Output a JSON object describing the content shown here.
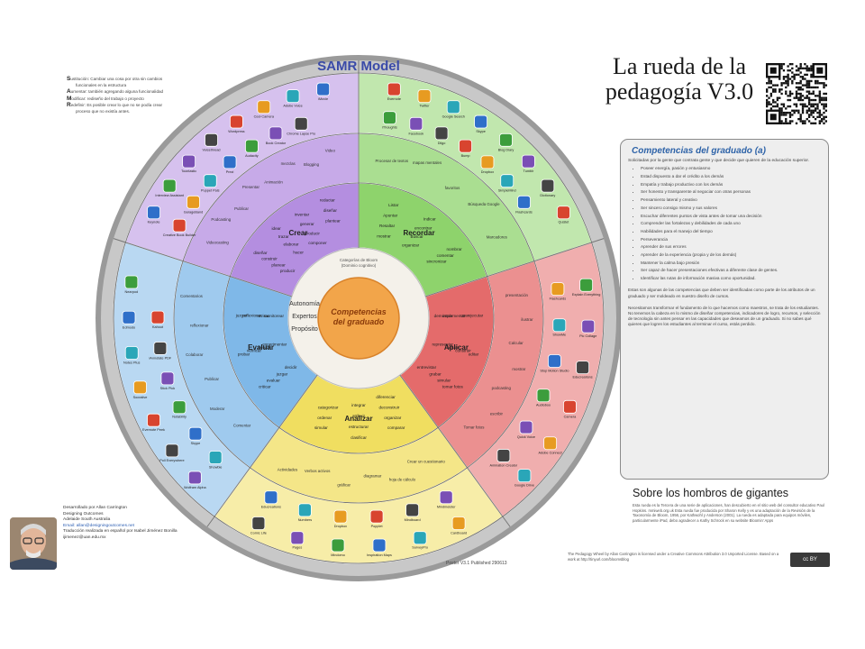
{
  "poster": {
    "title_line1": "La rueda de la",
    "title_line2": "pedagogía V3.0",
    "footer_version": "Poster V3.1 Published 290613"
  },
  "samr_legend": [
    {
      "initial": "S",
      "text": "ustitución: Cambiar una cosa por otra sin cambios"
    },
    {
      "initial": "",
      "text": "funcionales en la estructura"
    },
    {
      "initial": "A",
      "text": "umentar: también agregando alguna funcionalidad"
    },
    {
      "initial": "M",
      "text": "odificar: rediseño del trabajo o proyecto"
    },
    {
      "initial": "R",
      "text": "edefinir: Es posible crear lo que no se podía crear"
    },
    {
      "initial": "",
      "text": "proceso que no existía antes."
    }
  ],
  "wheel": {
    "samr_label": "SAMR Model",
    "center_text": [
      "Competencias",
      "del graduado"
    ],
    "bloom_caption": [
      "Categorías de Bloom",
      "(Dominio cognitivo)"
    ],
    "attributes": [
      "Autonomía",
      "Expertos",
      "Propósito"
    ],
    "colors": {
      "crear": "#b48ee0",
      "recordar": "#8ed36c",
      "aplicar": "#e46b6b",
      "analizar": "#f0de60",
      "evaluar": "#7fb8e8"
    },
    "segments": [
      {
        "name": "Crear",
        "verbs": [
          "diseñar",
          "construir",
          "planear",
          "producir",
          "idear",
          "trazar",
          "elaborar",
          "hacer",
          "inventar",
          "generar",
          "producir",
          "componer",
          "redactar",
          "diseñar",
          "plantear"
        ],
        "activities": [
          "Videocasting",
          "Podcasting",
          "Publicar",
          "Presentar",
          "Animación",
          "mezclas",
          "Blogging",
          "Video"
        ],
        "apps": [
          "Keynote",
          "Creative Book Builder",
          "Interview Assistant",
          "GarageBand",
          "Toontastic",
          "Puppet Pals",
          "Voicethread",
          "Prezi",
          "Wordpress",
          "Audacity",
          "Cool Camera",
          "Book Creator",
          "Adobe Voice",
          "Chrome Lapse Pro",
          "iMovie"
        ]
      },
      {
        "name": "Recordar",
        "verbs": [
          "Listar",
          "Apuntar",
          "Resaltar",
          "mostrar",
          "Indicar",
          "encontrar",
          "Buscar",
          "organizar",
          "nombrar",
          "comentar",
          "sincronizar"
        ],
        "activities": [
          "Procesar de textos",
          "mapas mentales",
          "favoritos",
          "Búsqueda Google",
          "Marcadores"
        ],
        "apps": [
          "Evernote",
          "iThoughts",
          "Twitter",
          "Facebook",
          "Google Search",
          "Diigo",
          "Skype",
          "Bump",
          "Blog Diary",
          "Dropbox",
          "Tumblr",
          "SimpleMind",
          "Dictionary",
          "Flashcards",
          "Quizlet"
        ]
      },
      {
        "name": "Aplicar",
        "verbs": [
          "ejecutar",
          "usar",
          "implementar",
          "demostrar",
          "editar",
          "construir",
          "actuar",
          "representar",
          "tomar fotos",
          "simular",
          "grabar",
          "entrevistar"
        ],
        "activities": [
          "presentación",
          "ilustrar",
          "Calcular",
          "mostrar",
          "podcasting",
          "escribir",
          "Tomar fotos"
        ],
        "apps": [
          "Explain Everything",
          "Flashcards",
          "Pic Collage",
          "ShowMe",
          "Educreations",
          "Stop Motion Studio",
          "Camera",
          "Audioboo",
          "Adobe Connect",
          "Quick Voice",
          "Google Drive",
          "Animation Creator"
        ]
      },
      {
        "name": "Analizar",
        "verbs": [
          "comparar",
          "organizar",
          "deconstruir",
          "diferenciar",
          "clasificar",
          "estructurar",
          "atribuir",
          "integrar",
          "simular",
          "ordenar",
          "categorizar"
        ],
        "activities": [
          "Crear un cuestionario",
          "hoja de cálculo",
          "diagramar",
          "gráficar",
          "Verbos activos",
          "Actividades"
        ],
        "apps": [
          "Cardboard",
          "Mindmeister",
          "SurveyPro",
          "Mindboard",
          "Inspiration Maps",
          "Popplet",
          "Mindomo",
          "Dropbox",
          "Pages",
          "Numbers",
          "Comic Life",
          "Educreations"
        ]
      },
      {
        "name": "Evaluar",
        "verbs": [
          "criticar",
          "evaluar",
          "juzgar",
          "decidir",
          "probar",
          "verificar",
          "debatir",
          "experimentar",
          "juzgar",
          "reflexionar",
          "revisar",
          "monitorear"
        ],
        "activities": [
          "Comentar",
          "Moderar",
          "Publicar",
          "Colaborar",
          "reflexionar",
          "Comentarios"
        ],
        "apps": [
          "Wolfram Alpha",
          "Showbie",
          "Poll Everywhere",
          "Skype",
          "Evernote Peek",
          "Notability",
          "Socrative",
          "Stick Pick",
          "Notes Plus",
          "iAnnotate PDF",
          "Edmodo",
          "Kahoot",
          "Nearpod"
        ]
      }
    ]
  },
  "competencias": {
    "title": "Competencias del graduado (a)",
    "intro": "Solicitadas por la gente que contrata gente y que decide que quieren de la educación superior.",
    "items": [
      "Poseer energía, pasión y entusiasmo",
      "Estad dispuesto a dar el crédito a los demás",
      "Empatía y trabajo productivo con los demás",
      "Ser honesto y transparente al negociar con otras personas",
      "Pensamiento lateral y creativo",
      "Ser sincero consigo mismo y sus valores",
      "Escuchar diferentes puntos de vista antes de tomar una decisión",
      "Comprender las fortalezas y debilidades de cada uno",
      "Habilidades para el manejo del tiempo",
      "Perseverancia",
      "Aprender de sus errores",
      "Aprender de la experiencia (propia y de los demás)",
      "Mantener la calma bajo presión",
      "Ser capaz de hacer presentaciones efectivas a diferente clase de gentes.",
      "Identificar las rutas de información masiva como oportunidad."
    ],
    "para1": "Estas son algunas de las competencias que deben ser identificadas como parte de los atributos de un graduado y ser moldeado en nuestro diseño de cursos.",
    "para2": "Necesitamos transformar el fundamento de lo que hacemos como maestros, se trata de los estudiantes. No tenemos la cabeza en lo mismo de diseñar competencias, indicadores de logro, recursos, y selección de tecnología sin antes pensar en las capacidades que deseamos de un graduado. Si no sabes qué quieres que logren los estudiantes al terminar el curso, estás perdido."
  },
  "giants": {
    "title": "Sobre los hombros de gigantes",
    "text": "Esta rueda es la Tercera de una serie de aplicaciones, han descubierto en el sitio web del consultor educativo Paul Hopkins. mmiweb.org.uk Esta rueda fue producida por Sharon Kelly y es una adaptación de la Revisión de la Taxonomía de Bloom, 1956, por Kathwohl y Anderson (2001). La rueda es adaptada para equipos móviles, particularmente iPad, debo agradecer a Kathy Schrock en su website Bloomin' Apps"
  },
  "license": {
    "text": "The Pedagogy Wheel by Allan Carrington is licensed under a Creative Commons Attribution 3.0 Unported License. Based on a work at http://tinyurl.com/bloomsblog",
    "badge": "cc BY"
  },
  "author": {
    "line1": "Desarrollado por Allan Carrington",
    "line2": "Designing Outcomes",
    "line3": "Adelaide South Australia",
    "email": "Email: allan@designingoutcomes.net",
    "line5": "Traducción realizada en español por Isabel Jiménez Bonilla",
    "line6": "ijimenez@uan.edu.mx"
  }
}
